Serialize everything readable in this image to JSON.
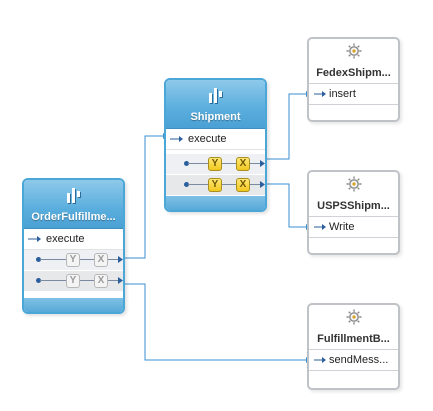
{
  "components": {
    "order_fulfillment": {
      "title": "OrderFulfillme...",
      "operation": "execute",
      "rules": [
        {
          "filter_active": false,
          "transform_active": false
        },
        {
          "filter_active": false,
          "transform_active": false
        }
      ]
    },
    "shipment": {
      "title": "Shipment",
      "operation": "execute",
      "rules": [
        {
          "filter_active": true,
          "transform_active": true
        },
        {
          "filter_active": true,
          "transform_active": true
        }
      ]
    }
  },
  "references": {
    "fedex": {
      "title": "FedexShipm...",
      "operation": "insert"
    },
    "usps": {
      "title": "USPSShipm...",
      "operation": "Write"
    },
    "fulfillment": {
      "title": "FulfillmentB...",
      "operation": "sendMess..."
    }
  },
  "icons": {
    "filter": "Y",
    "transform": "X"
  },
  "colors": {
    "mediator_border": "#4aa7d8",
    "mediator_header": "#5aaede",
    "reference_border": "#bfc3c8",
    "wire": "#3a8fd0",
    "rule_active": "#f1c71f"
  }
}
